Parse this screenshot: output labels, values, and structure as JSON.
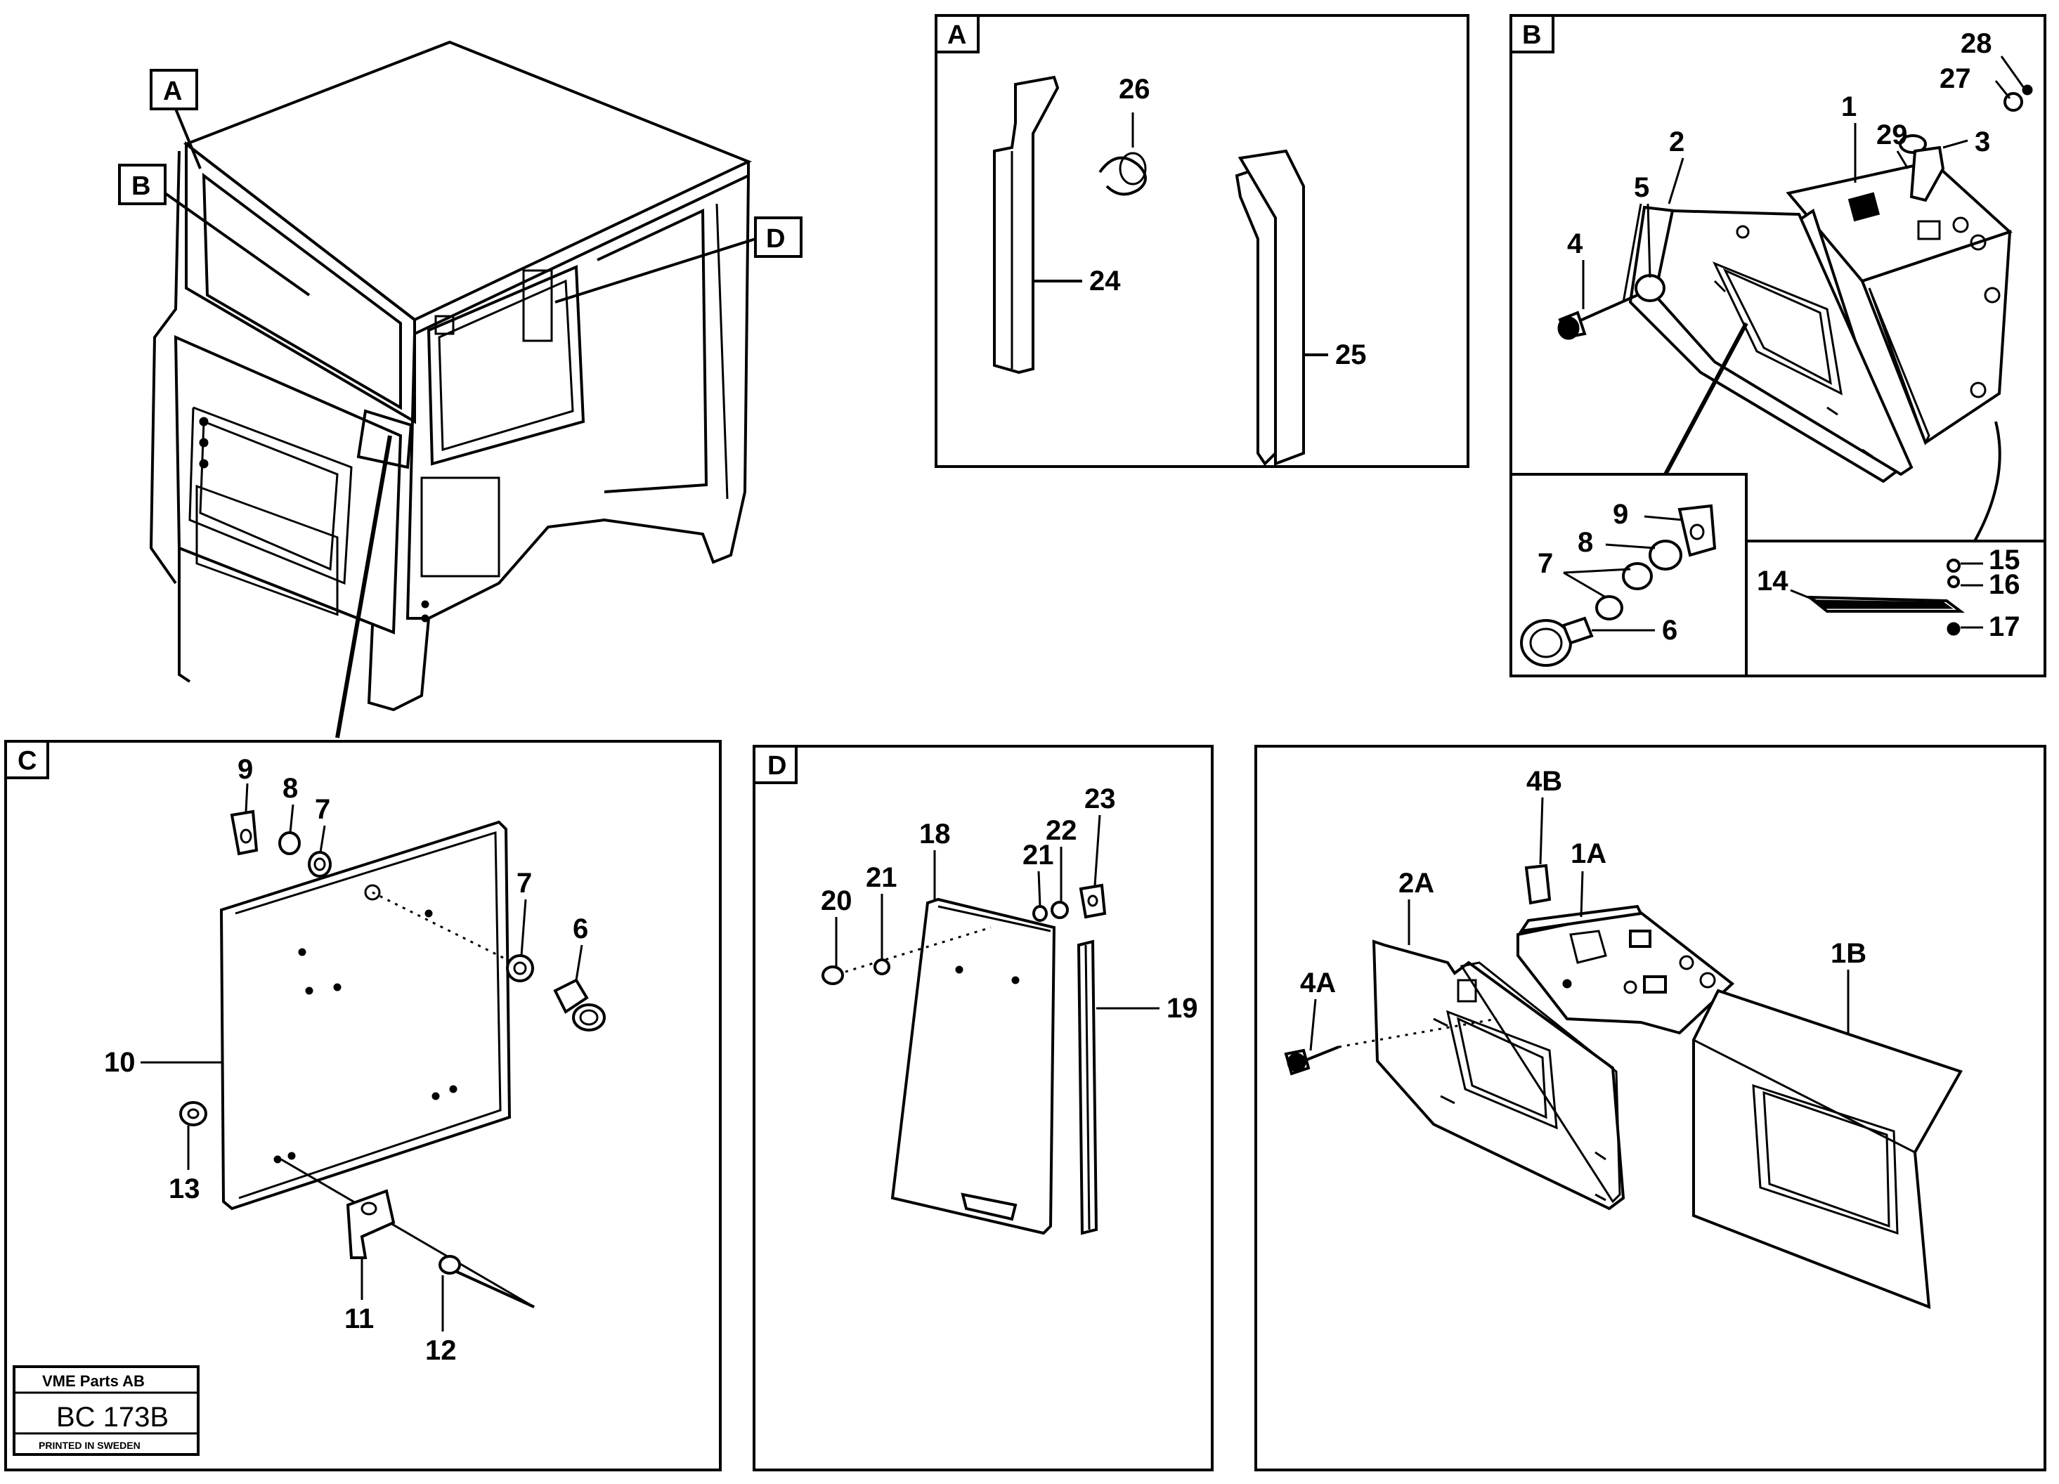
{
  "panels": {
    "A": {
      "tag": "A"
    },
    "B": {
      "tag": "B"
    },
    "C": {
      "tag": "C"
    },
    "D": {
      "tag": "D"
    }
  },
  "cab_callouts": {
    "A": "A",
    "B": "B",
    "D": "D"
  },
  "labels": {
    "p24": "24",
    "p25": "25",
    "p26": "26",
    "p1": "1",
    "p2": "2",
    "p3": "3",
    "p4": "4",
    "p5": "5",
    "p27": "27",
    "p28": "28",
    "p29": "29",
    "p6": "6",
    "p7": "7",
    "p8": "8",
    "p9": "9",
    "p14": "14",
    "p15": "15",
    "p16": "16",
    "p17": "17",
    "c9": "9",
    "c8": "8",
    "c7a": "7",
    "c7b": "7",
    "c6": "6",
    "c10": "10",
    "c13": "13",
    "c11": "11",
    "c12": "12",
    "d18": "18",
    "d20": "20",
    "d21a": "21",
    "d21b": "21",
    "d22": "22",
    "d23": "23",
    "d19": "19",
    "e4B": "4B",
    "e1A": "1A",
    "e2A": "2A",
    "e4A": "4A",
    "e1B": "1B"
  },
  "title_block": {
    "company": "VME Parts AB",
    "code": "BC 173B",
    "printed": "PRINTED IN SWEDEN"
  }
}
